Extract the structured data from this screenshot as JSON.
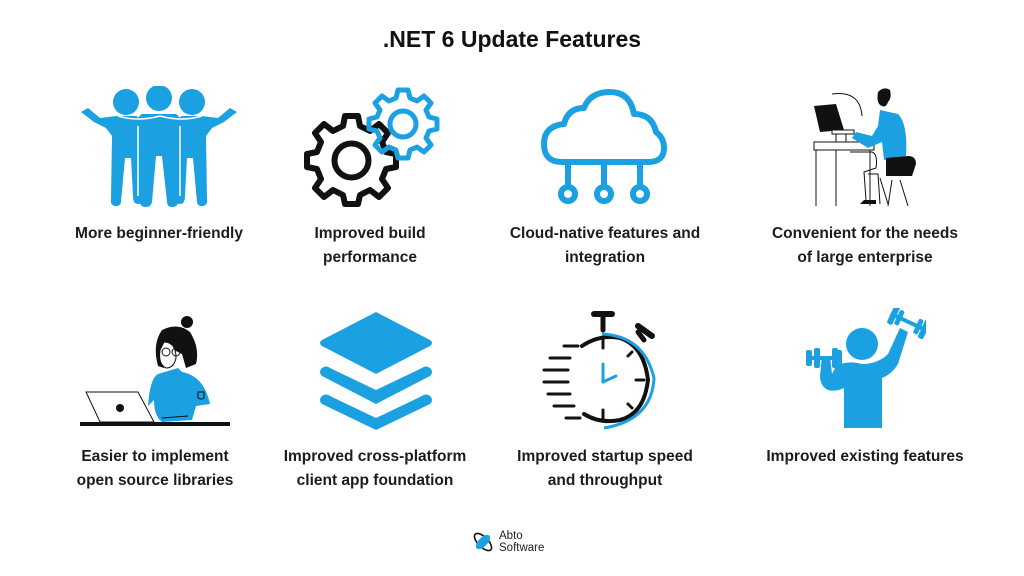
{
  "title": ".NET 6 Update Features",
  "colors": {
    "accent": "#1ba1e2",
    "icon_dark": "#111111",
    "text": "#1c1c1c",
    "background": "#ffffff"
  },
  "features": [
    {
      "label_line1": "More beginner-friendly",
      "label_line2": "",
      "icon": "group-of-people-icon"
    },
    {
      "label_line1": "Improved build",
      "label_line2": "performance",
      "icon": "gears-icon"
    },
    {
      "label_line1": "Cloud-native features and",
      "label_line2": "integration",
      "icon": "cloud-network-icon"
    },
    {
      "label_line1": "Convenient for the needs",
      "label_line2": "of large enterprise",
      "icon": "person-at-computer-icon"
    },
    {
      "label_line1": "Easier to implement",
      "label_line2": "open source libraries",
      "icon": "woman-with-laptop-icon"
    },
    {
      "label_line1": "Improved cross-platform",
      "label_line2": "client app foundation",
      "icon": "layers-stack-icon"
    },
    {
      "label_line1": "Improved startup speed",
      "label_line2": "and throughput",
      "icon": "stopwatch-icon"
    },
    {
      "label_line1": "Improved existing features",
      "label_line2": "",
      "icon": "person-lifting-dumbbells-icon"
    }
  ],
  "logo": {
    "line1": "Abto",
    "line2": "Software"
  }
}
